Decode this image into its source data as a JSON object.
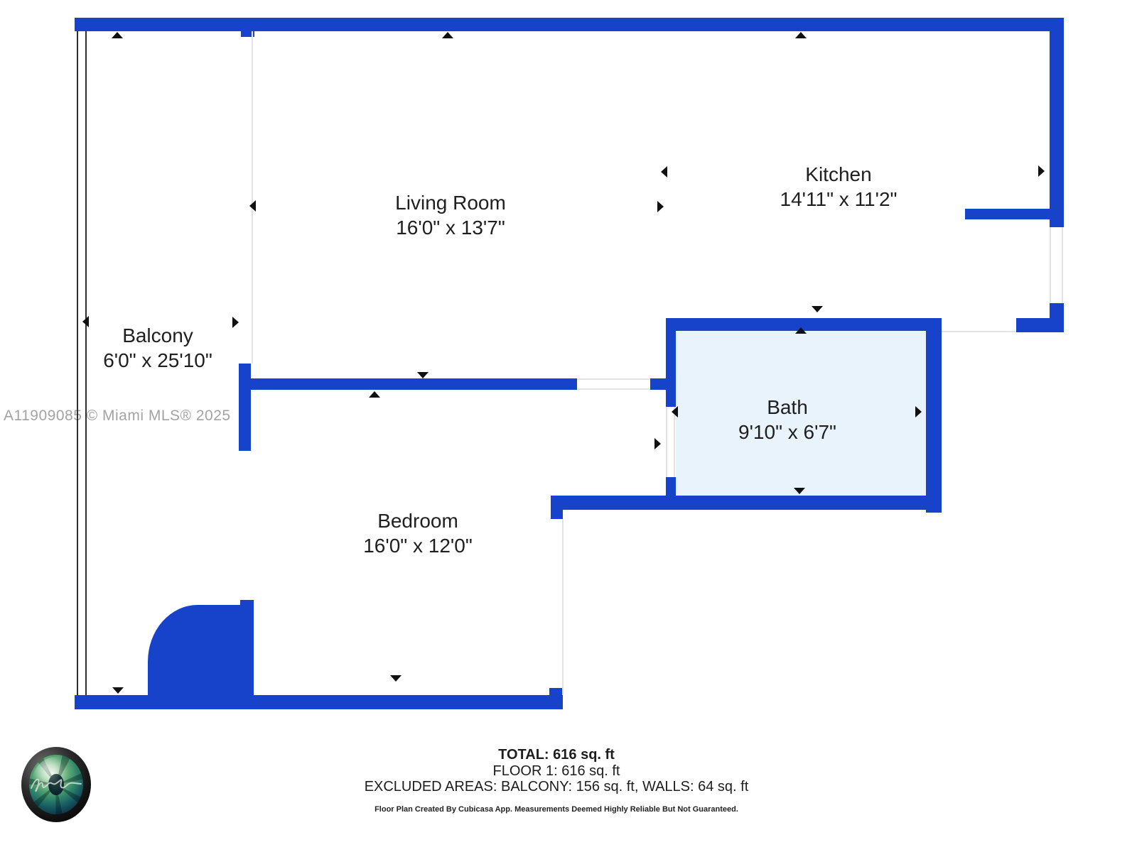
{
  "watermark": "A11909085 © Miami MLS® 2025",
  "rooms": {
    "living": {
      "name": "Living Room",
      "dims": "16'0\" x 13'7\""
    },
    "kitchen": {
      "name": "Kitchen",
      "dims": "14'11\" x 11'2\""
    },
    "balcony": {
      "name": "Balcony",
      "dims": "6'0\" x 25'10\""
    },
    "bath": {
      "name": "Bath",
      "dims": "9'10\" x 6'7\""
    },
    "bedroom": {
      "name": "Bedroom",
      "dims": "16'0\" x 12'0\""
    }
  },
  "summary": {
    "total": "TOTAL: 616 sq. ft",
    "floor": "FLOOR 1: 616 sq. ft",
    "excluded": "EXCLUDED AREAS: BALCONY: 156 sq. ft, WALLS: 64 sq. ft",
    "disclaimer": "Floor Plan Created By Cubicasa App. Measurements Deemed Highly Reliable But Not Guaranteed."
  },
  "colors": {
    "wall": "#1743CB",
    "bath_fill": "#E9F3FC",
    "label_text": "#1F1F1F",
    "watermark": "#A3A3A3",
    "thin_line": "#303030",
    "open_boundary": "#E3E3E3",
    "arrow": "#111111"
  }
}
